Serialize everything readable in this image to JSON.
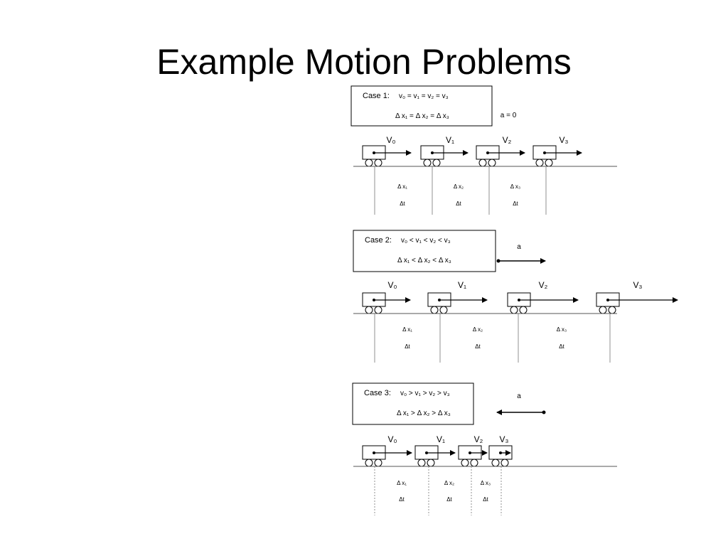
{
  "title": "Example Motion Problems",
  "cases": [
    {
      "id": "case-1",
      "label": "Case 1:",
      "v_relation": "v₀ = v₁ = v₂ = v₃",
      "x_relation": "Δ x₁ = Δ x₂ = Δ x₃",
      "accel_label": "a = 0",
      "accel_arrow": "none",
      "velocity_labels": [
        "V₀",
        "V₁",
        "V₂",
        "V₃"
      ],
      "displacement_labels": [
        "Δ x₁",
        "Δ x₂",
        "Δ x₃"
      ],
      "time_label": "Δt"
    },
    {
      "id": "case-2",
      "label": "Case 2:",
      "v_relation": "v₀ < v₁ < v₂ < v₃",
      "x_relation": "Δ x₁ < Δ x₂ < Δ x₃",
      "accel_label": "a",
      "accel_arrow": "right",
      "velocity_labels": [
        "V₀",
        "V₁",
        "V₂",
        "V₃"
      ],
      "displacement_labels": [
        "Δ x₁",
        "Δ x₂",
        "Δ x₃"
      ],
      "time_label": "Δt"
    },
    {
      "id": "case-3",
      "label": "Case 3:",
      "v_relation": "v₀ > v₁ > v₂ > v₃",
      "x_relation": "Δ x₁ > Δ x₂ > Δ x₃",
      "accel_label": "a",
      "accel_arrow": "left",
      "velocity_labels": [
        "V₀",
        "V₁",
        "V₂",
        "V₃"
      ],
      "displacement_labels": [
        "Δ x₁",
        "Δ x₂",
        "Δ x₃"
      ],
      "time_label": "Δt"
    }
  ]
}
